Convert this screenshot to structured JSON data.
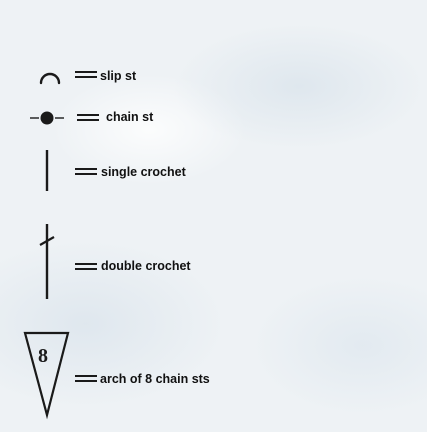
{
  "legend": {
    "items": [
      {
        "symbol": "slip-stitch-arc",
        "label": "slip st"
      },
      {
        "symbol": "chain-dot",
        "label": "chain st"
      },
      {
        "symbol": "vertical-line",
        "label": "single crochet"
      },
      {
        "symbol": "crossed-vertical-line",
        "label": "double crochet"
      },
      {
        "symbol": "inverted-triangle",
        "number": "8",
        "label": "arch of 8 chain sts"
      }
    ]
  },
  "colors": {
    "ink": "#1a1a1a",
    "paper": "#eef2f5"
  }
}
